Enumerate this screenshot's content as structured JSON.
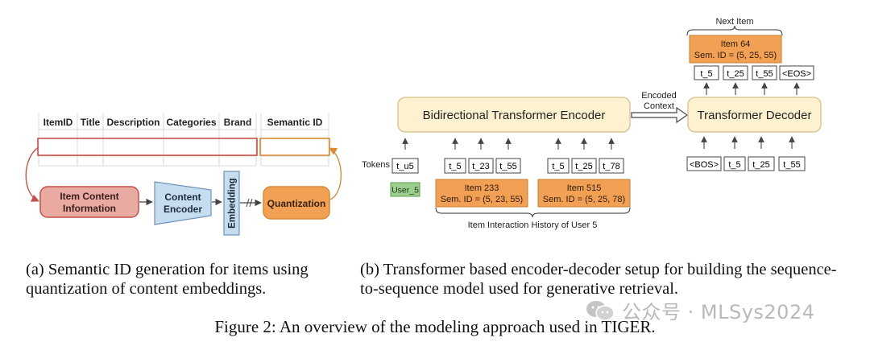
{
  "panel_a": {
    "table_headers": [
      "ItemID",
      "Title",
      "Description",
      "Categories",
      "Brand"
    ],
    "semantic_id_header": "Semantic ID",
    "item_content": [
      "Item Content",
      "Information"
    ],
    "content_encoder": [
      "Content",
      "Encoder"
    ],
    "embedding": "Embedding",
    "quantization": "Quantization"
  },
  "panel_b": {
    "encoder": "Bidirectional Transformer Encoder",
    "decoder": "Transformer Decoder",
    "encoded_context": [
      "Encoded",
      "Context"
    ],
    "next_item_label": "Next Item",
    "next_item_box": [
      "Item 64",
      "Sem. ID = (5, 25, 55)"
    ],
    "output_tokens": [
      "t_5",
      "t_25",
      "t_55",
      "<EOS>"
    ],
    "tokens_label": "Tokens",
    "user_token": "t_u5",
    "user_label": "User_5",
    "item233_tokens": [
      "t_5",
      "t_23",
      "t_55"
    ],
    "item515_tokens": [
      "t_5",
      "t_25",
      "t_78"
    ],
    "item233_box": [
      "Item 233",
      "Sem. ID = (5, 23, 55)"
    ],
    "item515_box": [
      "Item 515",
      "Sem. ID = (5, 25, 78)"
    ],
    "history_label": "Item Interaction History of User 5",
    "decoder_input_tokens": [
      "<BOS>",
      "t_5",
      "t_25",
      "t_55"
    ]
  },
  "captions": {
    "a": "(a) Semantic ID generation for items using quantization of content embeddings.",
    "b": "(b) Transformer based encoder-decoder setup for building the sequence-to-sequence model used for generative retrieval.",
    "main": "Figure 2: An overview of the modeling approach used in TIGER."
  },
  "watermark": "公众号 · MLSys2024",
  "colors": {
    "encoder_fill": "#fdf1cf",
    "orange": "#f2a154",
    "red_fill": "#e9aaa2",
    "blue_fill": "#c6dcef",
    "green_fill": "#9ccf8d",
    "red_border": "#c8504a",
    "orange_border": "#d98b35"
  }
}
